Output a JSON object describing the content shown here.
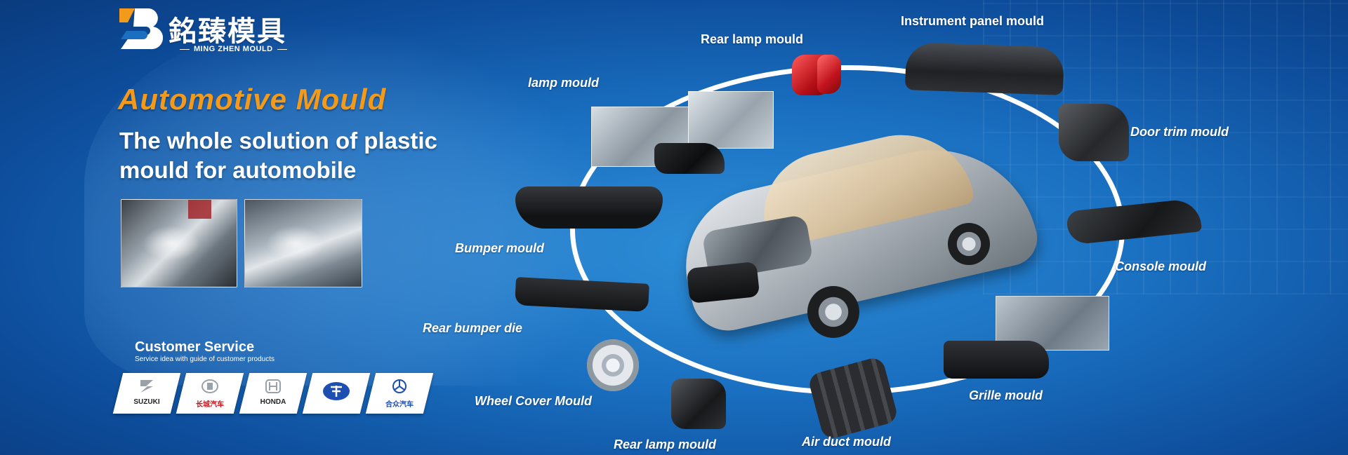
{
  "brand": {
    "name_cn": "銘臻模具",
    "name_en": "MING ZHEN MOULD",
    "colors": {
      "accent": "#f39a1b",
      "background": "#1a6fc0",
      "text": "#ffffff"
    }
  },
  "hero": {
    "headline": "Automotive Mould",
    "subline": "The whole solution of plastic mould for automobile"
  },
  "customer_service": {
    "title": "Customer Service",
    "subtitle": "Service idea with guide of customer products",
    "brands": [
      {
        "name": "SUZUKI",
        "icon": "suzuki-logo-icon"
      },
      {
        "name": "长城汽车",
        "icon": "great-wall-logo-icon"
      },
      {
        "name": "HONDA",
        "icon": "honda-logo-icon"
      },
      {
        "name": "",
        "icon": "faw-logo-icon"
      },
      {
        "name": "合众汽车",
        "icon": "hozon-logo-icon"
      }
    ]
  },
  "parts": [
    {
      "label": "Rear lamp mould",
      "icon": "rear-lamp-icon"
    },
    {
      "label": "Instrument panel mould",
      "icon": "instrument-panel-icon"
    },
    {
      "label": "lamp mould",
      "icon": "lamp-mould-icon"
    },
    {
      "label": "Door trim mould",
      "icon": "door-trim-icon"
    },
    {
      "label": "Bumper mould",
      "icon": "bumper-icon"
    },
    {
      "label": "Console mould",
      "icon": "console-icon"
    },
    {
      "label": "Rear bumper die",
      "icon": "rear-bumper-icon"
    },
    {
      "label": "Wheel Cover Mould",
      "icon": "wheel-cover-icon"
    },
    {
      "label": "Grille mould",
      "icon": "grille-icon"
    },
    {
      "label": "Rear lamp mould",
      "icon": "mirror-icon"
    },
    {
      "label": "Air duct  mould",
      "icon": "air-duct-icon"
    }
  ]
}
